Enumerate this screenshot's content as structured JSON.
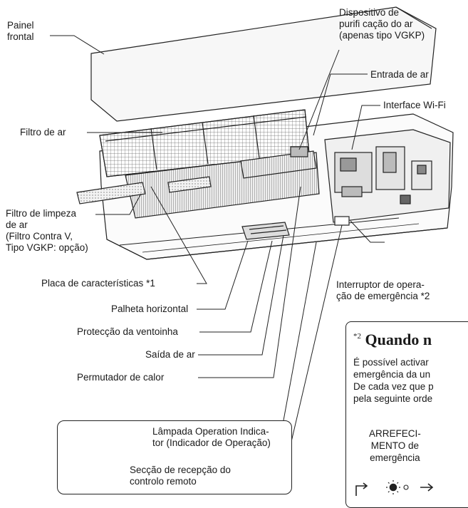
{
  "labels": {
    "front_panel": [
      "Painel",
      "frontal"
    ],
    "air_purifier": [
      "Dispositivo de",
      "purifi cação do ar",
      "(apenas tipo VGKP)"
    ],
    "air_inlet": "Entrada de ar",
    "wifi": "Interface Wi-Fi",
    "air_filter": "Filtro de ar",
    "cleaning_filter": [
      "Filtro de limpeza",
      "de ar",
      "(Filtro Contra V,",
      "Tipo VGKP: opção)"
    ],
    "nameplate": "Placa de características *1",
    "horizontal_vane": "Palheta horizontal",
    "fan_guard": "Protecção da ventoinha",
    "air_outlet": "Saída de ar",
    "heat_exchanger": "Permutador de calor",
    "emergency_switch": [
      "Interruptor de opera-",
      "ção de emergência *2"
    ],
    "operation_lamp": [
      "Lâmpada Operation Indica-",
      "tor (Indicador de Operação)"
    ],
    "remote_section": [
      "Secção de recepção do",
      "controlo remoto"
    ]
  },
  "note2": {
    "marker": "*2",
    "title": "Quando n",
    "lines": [
      "É possível activar",
      "emergência da un",
      "De cada vez que p",
      "pela seguinte orde"
    ],
    "mode": [
      "ARREFECI-",
      "MENTO de",
      "emergência"
    ]
  }
}
